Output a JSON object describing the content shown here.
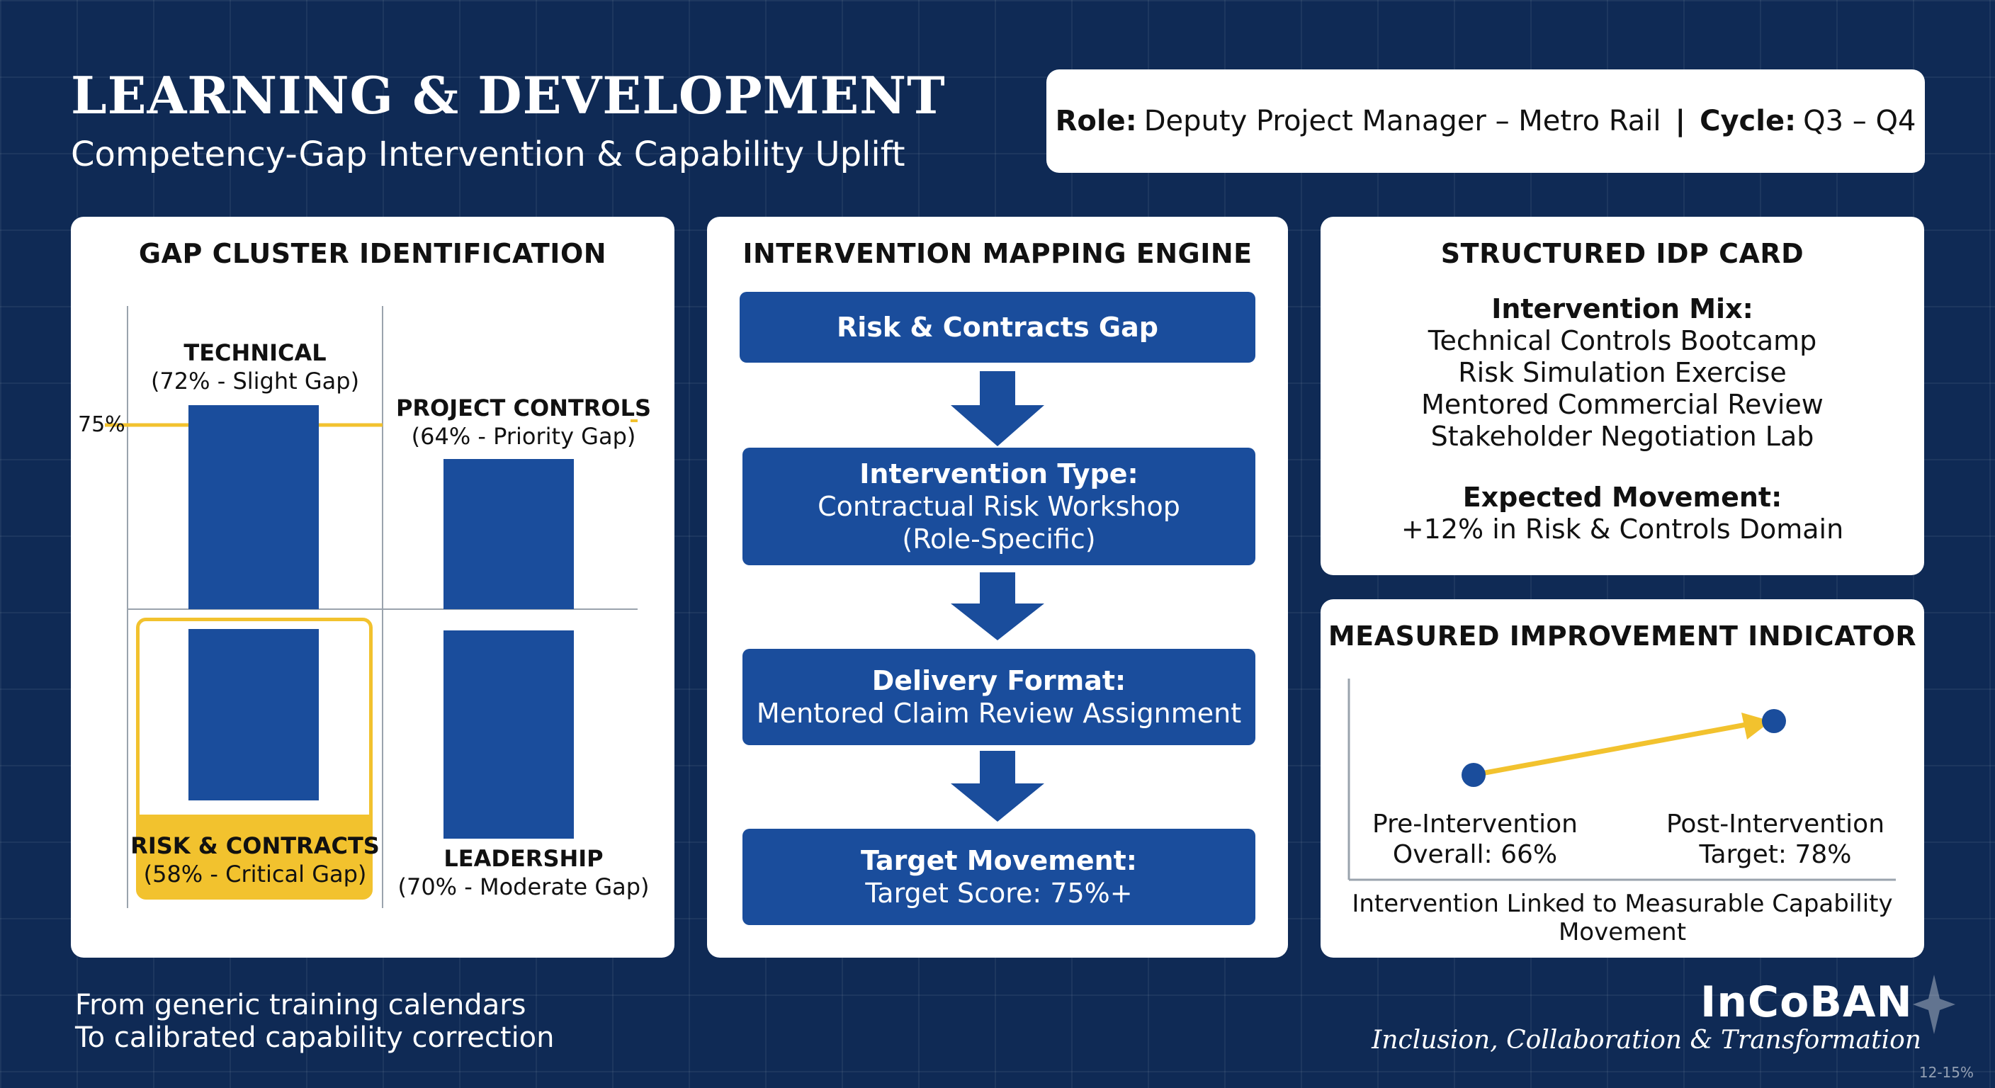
{
  "header": {
    "title": "LEARNING & DEVELOPMENT",
    "subtitle": "Competency-Gap Intervention & Capability Uplift"
  },
  "role_box": {
    "role_label": "Role:",
    "role_value": "Deputy Project Manager – Metro Rail",
    "separator": "|",
    "cycle_label": "Cycle:",
    "cycle_value": "Q3 – Q4"
  },
  "gap_cluster": {
    "title": "GAP CLUSTER IDENTIFICATION",
    "reference_label": "75%",
    "clusters": [
      {
        "name": "TECHNICAL",
        "detail": "(72% - Slight Gap)",
        "score": 72
      },
      {
        "name": "PROJECT CONTROLS",
        "detail": "(64% - Priority Gap)",
        "score": 64
      },
      {
        "name": "RISK & CONTRACTS",
        "detail": "(58% - Critical Gap)",
        "score": 58
      },
      {
        "name": "LEADERSHIP",
        "detail": "(70% - Moderate Gap)",
        "score": 70
      }
    ]
  },
  "mapping_engine": {
    "title": "INTERVENTION MAPPING ENGINE",
    "steps": [
      {
        "head": "Risk & Contracts Gap",
        "line1": "",
        "line2": ""
      },
      {
        "head": "Intervention Type:",
        "line1": "Contractual Risk Workshop",
        "line2": "(Role-Specific)"
      },
      {
        "head": "Delivery Format:",
        "line1": "Mentored Claim Review Assignment",
        "line2": ""
      },
      {
        "head": "Target Movement:",
        "line1": "Target Score: 75%+",
        "line2": ""
      }
    ]
  },
  "idp_card": {
    "title": "STRUCTURED IDP CARD",
    "mix_head": "Intervention Mix:",
    "mix_items": [
      "Technical Controls Bootcamp",
      "Risk Simulation Exercise",
      "Mentored Commercial Review",
      "Stakeholder Negotiation Lab"
    ],
    "movement_head": "Expected Movement:",
    "movement_value": "+12% in Risk & Controls Domain"
  },
  "improvement": {
    "title": "MEASURED IMPROVEMENT INDICATOR",
    "pre_label": "Pre-Intervention",
    "pre_value": "Overall: 66%",
    "post_label": "Post-Intervention",
    "post_value": "Target: 78%",
    "caption_line1": "Intervention Linked to Measurable Capability",
    "caption_line2": "Movement",
    "colors": {
      "dot": "#1a4d9c",
      "arrow": "#f2c22e"
    }
  },
  "footer": {
    "line1": "From generic training calendars",
    "line2": "To calibrated capability correction",
    "logo": "InCoBAN",
    "tagline": "Inclusion, Collaboration & Transformation",
    "corner_note": "12-15%"
  },
  "colors": {
    "background": "#0f2a55",
    "bar_blue": "#1a4d9c",
    "highlight_yellow": "#f2c22e"
  }
}
